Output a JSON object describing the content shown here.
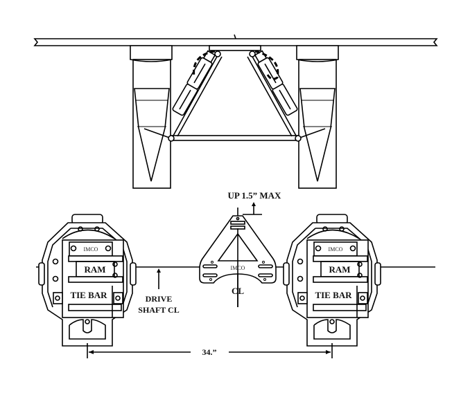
{
  "diagram": {
    "labels": {
      "up_max": "UP 1.5” MAX",
      "center_line": "CL",
      "drive_line1": "DRIVE",
      "drive_line2": "SHAFT CL",
      "spacing": "34.”"
    },
    "left_drive": {
      "brand": "IMCO",
      "ram": "RAM",
      "tie_bar": "TIE BAR"
    },
    "right_drive": {
      "brand": "IMCO",
      "ram": "RAM",
      "tie_bar": "TIE BAR"
    },
    "center_plate": {
      "brand": "IMCO"
    },
    "colors": {
      "line": "#000000",
      "background": "#ffffff"
    }
  }
}
